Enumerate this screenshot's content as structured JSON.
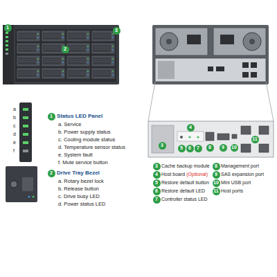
{
  "diagram": {
    "nodes": [
      {
        "text": [
          "1"
        ]
      },
      {
        "text": [
          "2"
        ]
      },
      {
        "text": [
          "3"
        ]
      },
      {
        "text": [
          "1"
        ]
      },
      {
        "text": [
          "2"
        ]
      },
      {
        "text": [
          "3"
        ]
      },
      {
        "text": [
          "4"
        ]
      },
      {
        "text": [
          "5"
        ]
      },
      {
        "text": [
          "6"
        ]
      },
      {
        "text": [
          "7"
        ]
      },
      {
        "text": [
          "8"
        ]
      },
      {
        "text": [
          "9"
        ]
      },
      {
        "text": [
          "10"
        ]
      },
      {
        "text": [
          "11"
        ]
      },
      {
        "text": [
          "3"
        ]
      },
      {
        "text": [
          "4"
        ]
      },
      {
        "text": [
          "5"
        ]
      },
      {
        "text": [
          "6"
        ]
      },
      {
        "text": [
          "7"
        ]
      },
      {
        "text": [
          "8"
        ]
      },
      {
        "text": [
          "9"
        ]
      },
      {
        "text": [
          "10"
        ]
      },
      {
        "text": [
          "11"
        ]
      }
    ],
    "labels": [
      "Status LED Panel",
      "a. Service",
      "b. Power supply status",
      "c. Cooling module status",
      "d. Temperature sensor status",
      "e. System fault",
      "f. Mute service button",
      "Drive Tray Bezel",
      "a. Rotary bezel lock",
      "b. Release button",
      "c. Drive busy LED",
      "d. Power status LED",
      "a",
      "b",
      "c",
      "d",
      "e",
      "f",
      "Cache backup module",
      "Host board",
      "(Optional)",
      "Restore default button",
      "Restore default LED",
      "Controller status LED",
      "Management port",
      "SAS expansion port",
      "Mini USB port",
      "Host ports"
    ]
  }
}
